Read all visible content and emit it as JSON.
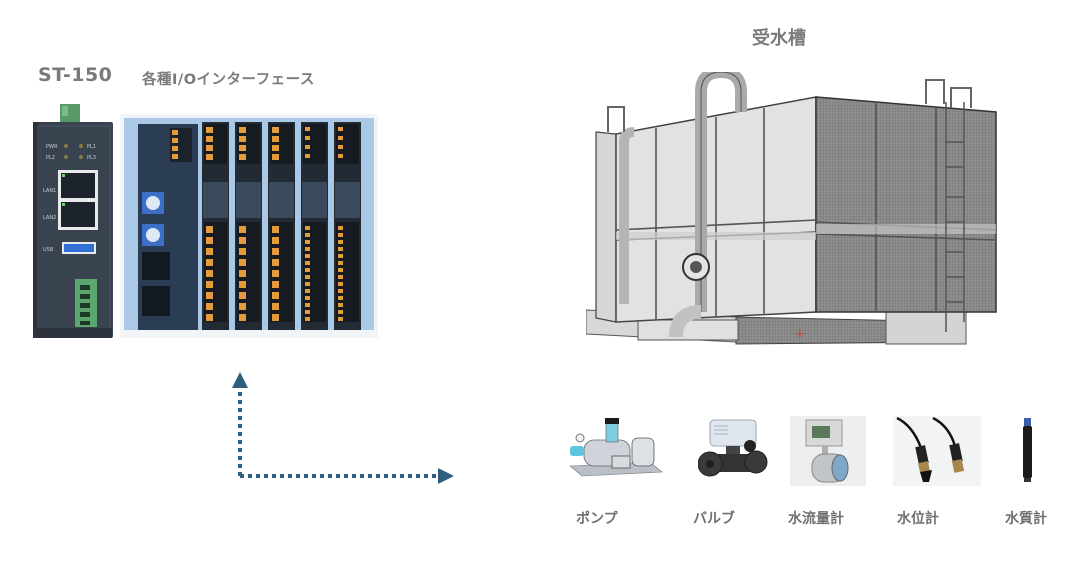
{
  "controller": {
    "model": "ST-150",
    "subtitle": "各種I/Oインターフェース",
    "gateway_labels": {
      "pwr": "PWR",
      "pl1": "PL1",
      "pl2": "PL2",
      "pl3": "PL3",
      "lan1": "LAN1",
      "lan2": "LAN2",
      "usb": "USB"
    },
    "io_module_count": 5
  },
  "tank": {
    "title": "受水槽"
  },
  "devices": [
    {
      "label": "ポンプ",
      "icon": "pump-icon"
    },
    {
      "label": "バルブ",
      "icon": "valve-icon"
    },
    {
      "label": "水流量計",
      "icon": "flow-meter-icon"
    },
    {
      "label": "水位計",
      "icon": "level-sensor-icon"
    },
    {
      "label": "水質計",
      "icon": "water-quality-sensor-icon"
    }
  ],
  "connector": {
    "style": "dotted-elbow-double-arrow",
    "color": "#2e5f80"
  },
  "colors": {
    "title_text": "#7a7a7a",
    "label_text": "#707070",
    "connector": "#2e5f80"
  }
}
